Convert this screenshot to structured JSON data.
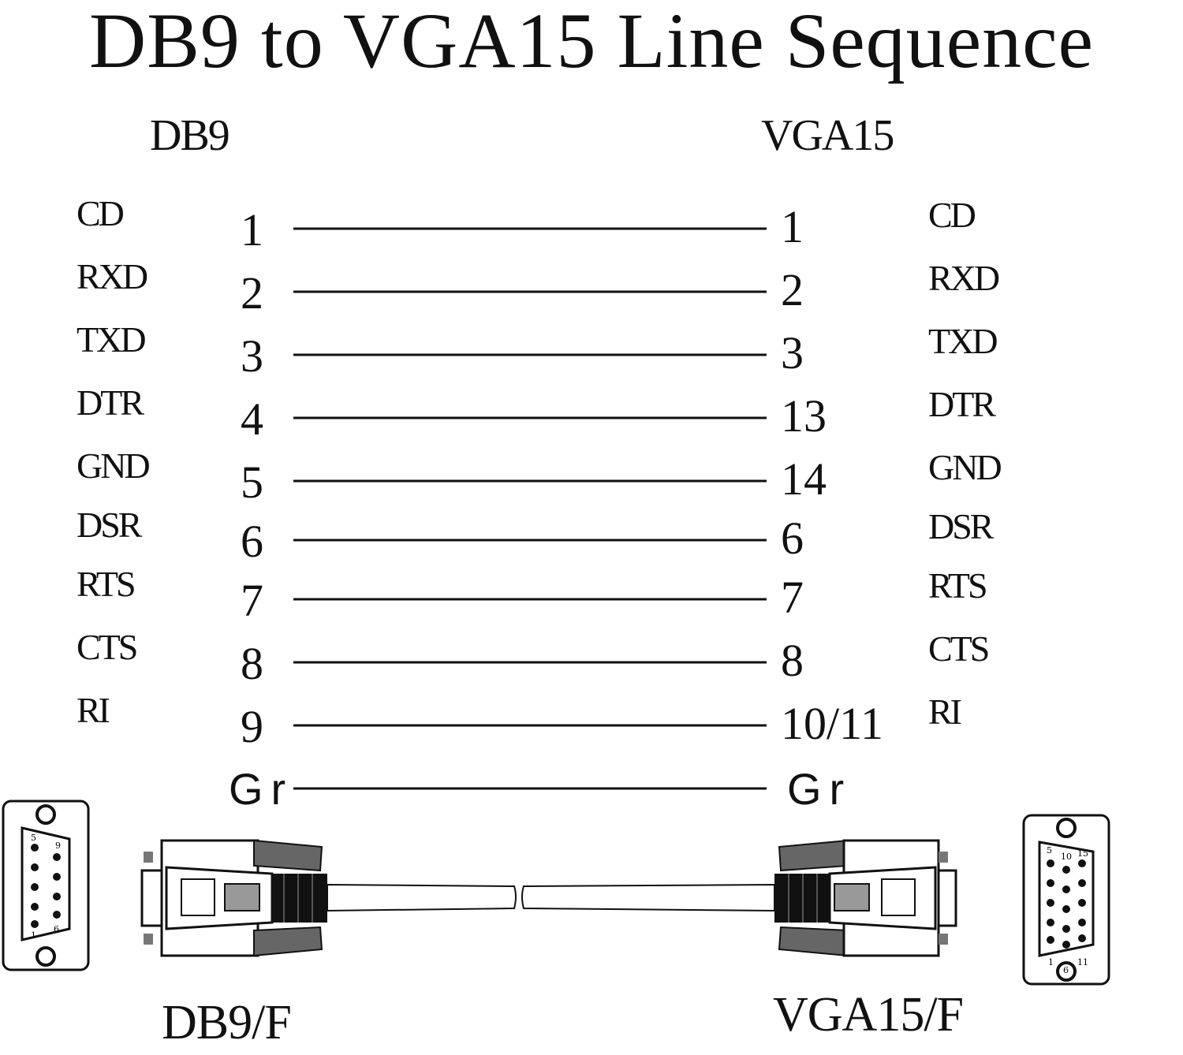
{
  "title": "DB9 to VGA15 Line Sequence",
  "left_header": "DB9",
  "right_header": "VGA15",
  "rows": [
    {
      "left_signal": "CD",
      "left_pin": "1",
      "right_pin": "1",
      "right_signal": "CD"
    },
    {
      "left_signal": "RXD",
      "left_pin": "2",
      "right_pin": "2",
      "right_signal": "RXD"
    },
    {
      "left_signal": "TXD",
      "left_pin": "3",
      "right_pin": "3",
      "right_signal": "TXD"
    },
    {
      "left_signal": "DTR",
      "left_pin": "4",
      "right_pin": "13",
      "right_signal": "DTR"
    },
    {
      "left_signal": "GND",
      "left_pin": "5",
      "right_pin": "14",
      "right_signal": "GND"
    },
    {
      "left_signal": "DSR",
      "left_pin": "6",
      "right_pin": "6",
      "right_signal": "DSR"
    },
    {
      "left_signal": "RTS",
      "left_pin": "7",
      "right_pin": "7",
      "right_signal": "RTS"
    },
    {
      "left_signal": "CTS",
      "left_pin": "8",
      "right_pin": "8",
      "right_signal": "CTS"
    },
    {
      "left_signal": "RI",
      "left_pin": "9",
      "right_pin": "10/11",
      "right_signal": "RI"
    }
  ],
  "shield": {
    "left": "Gr",
    "right": "Gr"
  },
  "db9_face_labels": [
    "5",
    "9",
    "1",
    "6"
  ],
  "vga_face_labels": [
    "5",
    "10",
    "15",
    "1",
    "6",
    "11"
  ],
  "left_caption": "DB9/F",
  "right_caption": "VGA15/F"
}
